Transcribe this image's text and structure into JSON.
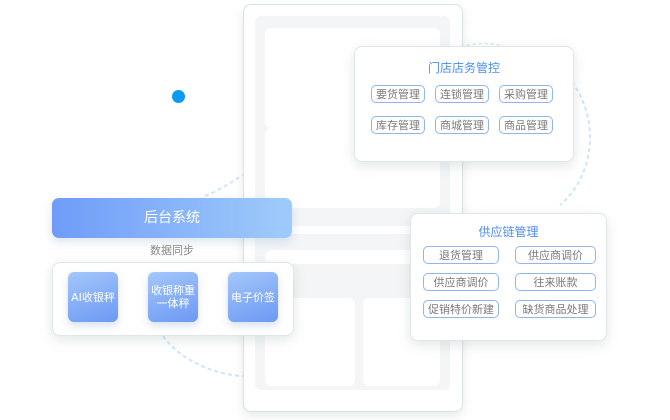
{
  "store_management": {
    "title": "门店店务管控",
    "items": [
      "要货管理",
      "连锁管理",
      "采购管理",
      "库存管理",
      "商城管理",
      "商品管理"
    ]
  },
  "supply_chain": {
    "title": "供应链管理",
    "items": [
      "退货管理",
      "供应商调价",
      "供应商调价",
      "往来账款",
      "促销特价新建",
      "缺货商品处理"
    ]
  },
  "backend": {
    "label": "后台系统",
    "sync_label": "数据同步"
  },
  "devices": [
    {
      "line1": "AI收银秤",
      "line2": ""
    },
    {
      "line1": "收银称重",
      "line2": "一体秤"
    },
    {
      "line1": "电子价签",
      "line2": ""
    }
  ],
  "colors": {
    "accent": "#4c8ef5",
    "dot": "#0d9af5",
    "gradient_start": "#6f9cf8",
    "gradient_end": "#9fcbfb"
  }
}
